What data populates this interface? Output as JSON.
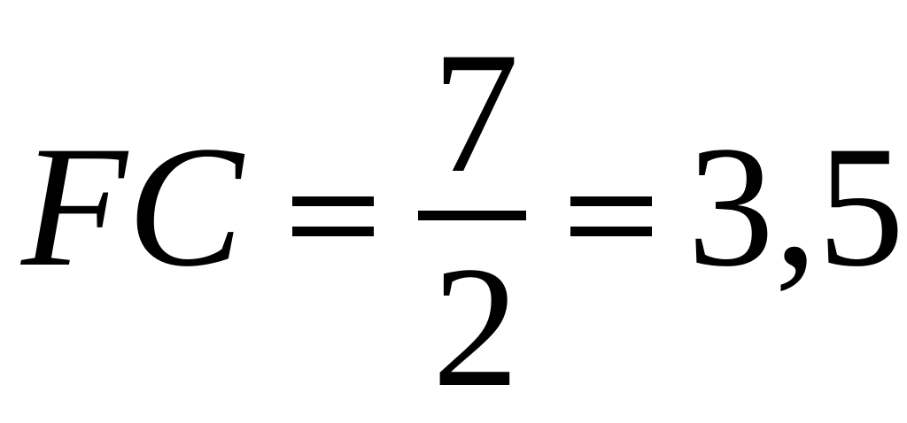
{
  "formula": {
    "lhs": "FC",
    "numerator": "7",
    "denominator": "2",
    "result": "3,5"
  }
}
